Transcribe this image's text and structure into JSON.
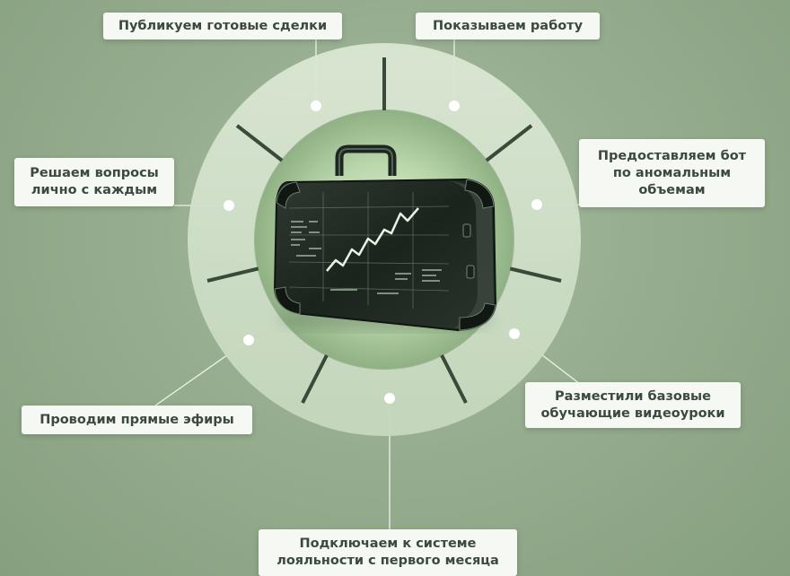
{
  "labels": {
    "top_left": "Публикуем готовые сделки",
    "top_right": "Показываем работу",
    "left_upper": "Решаем вопросы\nлично с каждым",
    "right_upper": "Предоставляем бот\nпо аномальным\nобъемам",
    "left_lower": "Проводим прямые эфиры",
    "right_lower": "Разместили базовые\nобучающие видеоуроки",
    "bottom": "Подключаем к системе\nлояльности с первого месяца"
  },
  "icons": {
    "center": "briefcase-with-chart-icon"
  },
  "colors": {
    "background": "#97ad8f",
    "ring": "#d3e2cb",
    "divider": "#3a4a3a",
    "label_bg": "#f6f8f4",
    "label_text": "#3b4a3c"
  }
}
